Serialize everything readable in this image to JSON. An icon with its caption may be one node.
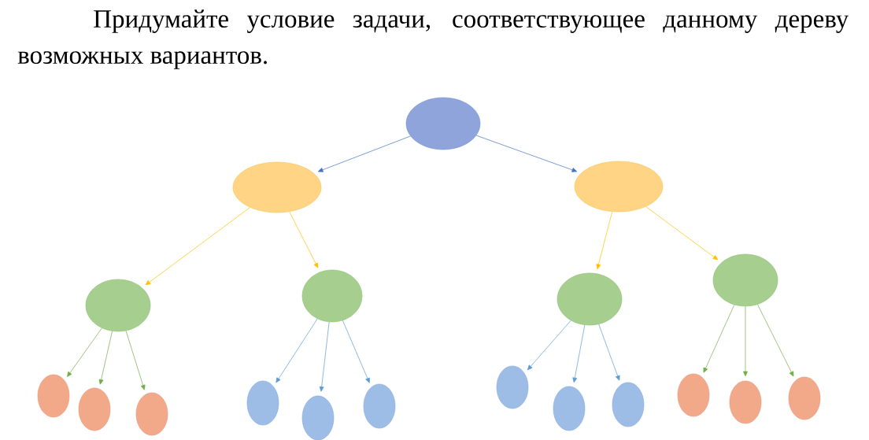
{
  "diagram": {
    "title": "Придумайте условие задачи, соответствующее данному дереву возможных вариантов.",
    "nodes": [
      {
        "text": [],
        "shape": "ellipse"
      },
      {
        "text": [],
        "shape": "ellipse"
      },
      {
        "text": [],
        "shape": "ellipse"
      },
      {
        "text": [],
        "shape": "ellipse"
      },
      {
        "text": [],
        "shape": "ellipse"
      },
      {
        "text": [],
        "shape": "ellipse"
      },
      {
        "text": [],
        "shape": "ellipse"
      },
      {
        "text": [],
        "shape": "ellipse"
      },
      {
        "text": [],
        "shape": "ellipse"
      },
      {
        "text": [],
        "shape": "ellipse"
      },
      {
        "text": [],
        "shape": "ellipse"
      },
      {
        "text": [],
        "shape": "ellipse"
      },
      {
        "text": [],
        "shape": "ellipse"
      },
      {
        "text": [],
        "shape": "ellipse"
      },
      {
        "text": [],
        "shape": "ellipse"
      },
      {
        "text": [],
        "shape": "ellipse"
      },
      {
        "text": [],
        "shape": "ellipse"
      },
      {
        "text": [],
        "shape": "ellipse"
      },
      {
        "text": [],
        "shape": "ellipse"
      }
    ],
    "edges": [
      {
        "from": 0,
        "to": 1,
        "arrow": "to",
        "color": "#4472c4"
      },
      {
        "from": 0,
        "to": 2,
        "arrow": "to",
        "color": "#4472c4"
      },
      {
        "from": 1,
        "to": 3,
        "arrow": "to",
        "color": "#ffc000"
      },
      {
        "from": 1,
        "to": 4,
        "arrow": "to",
        "color": "#ffc000"
      },
      {
        "from": 2,
        "to": 5,
        "arrow": "to",
        "color": "#ffc000"
      },
      {
        "from": 2,
        "to": 6,
        "arrow": "to",
        "color": "#ffc000"
      },
      {
        "from": 3,
        "to": 7,
        "arrow": "to",
        "color": "#70ad47"
      },
      {
        "from": 3,
        "to": 8,
        "arrow": "to",
        "color": "#70ad47"
      },
      {
        "from": 3,
        "to": 9,
        "arrow": "to",
        "color": "#70ad47"
      },
      {
        "from": 4,
        "to": 10,
        "arrow": "to",
        "color": "#5b9bd5"
      },
      {
        "from": 4,
        "to": 11,
        "arrow": "to",
        "color": "#5b9bd5"
      },
      {
        "from": 4,
        "to": 12,
        "arrow": "to",
        "color": "#5b9bd5"
      },
      {
        "from": 5,
        "to": 13,
        "arrow": "to",
        "color": "#5b9bd5"
      },
      {
        "from": 5,
        "to": 14,
        "arrow": "to",
        "color": "#5b9bd5"
      },
      {
        "from": 5,
        "to": 15,
        "arrow": "to",
        "color": "#5b9bd5"
      },
      {
        "from": 6,
        "to": 16,
        "arrow": "to",
        "color": "#70ad47"
      },
      {
        "from": 6,
        "to": 17,
        "arrow": "to",
        "color": "#70ad47"
      },
      {
        "from": 6,
        "to": 18,
        "arrow": "to",
        "color": "#70ad47"
      }
    ]
  }
}
